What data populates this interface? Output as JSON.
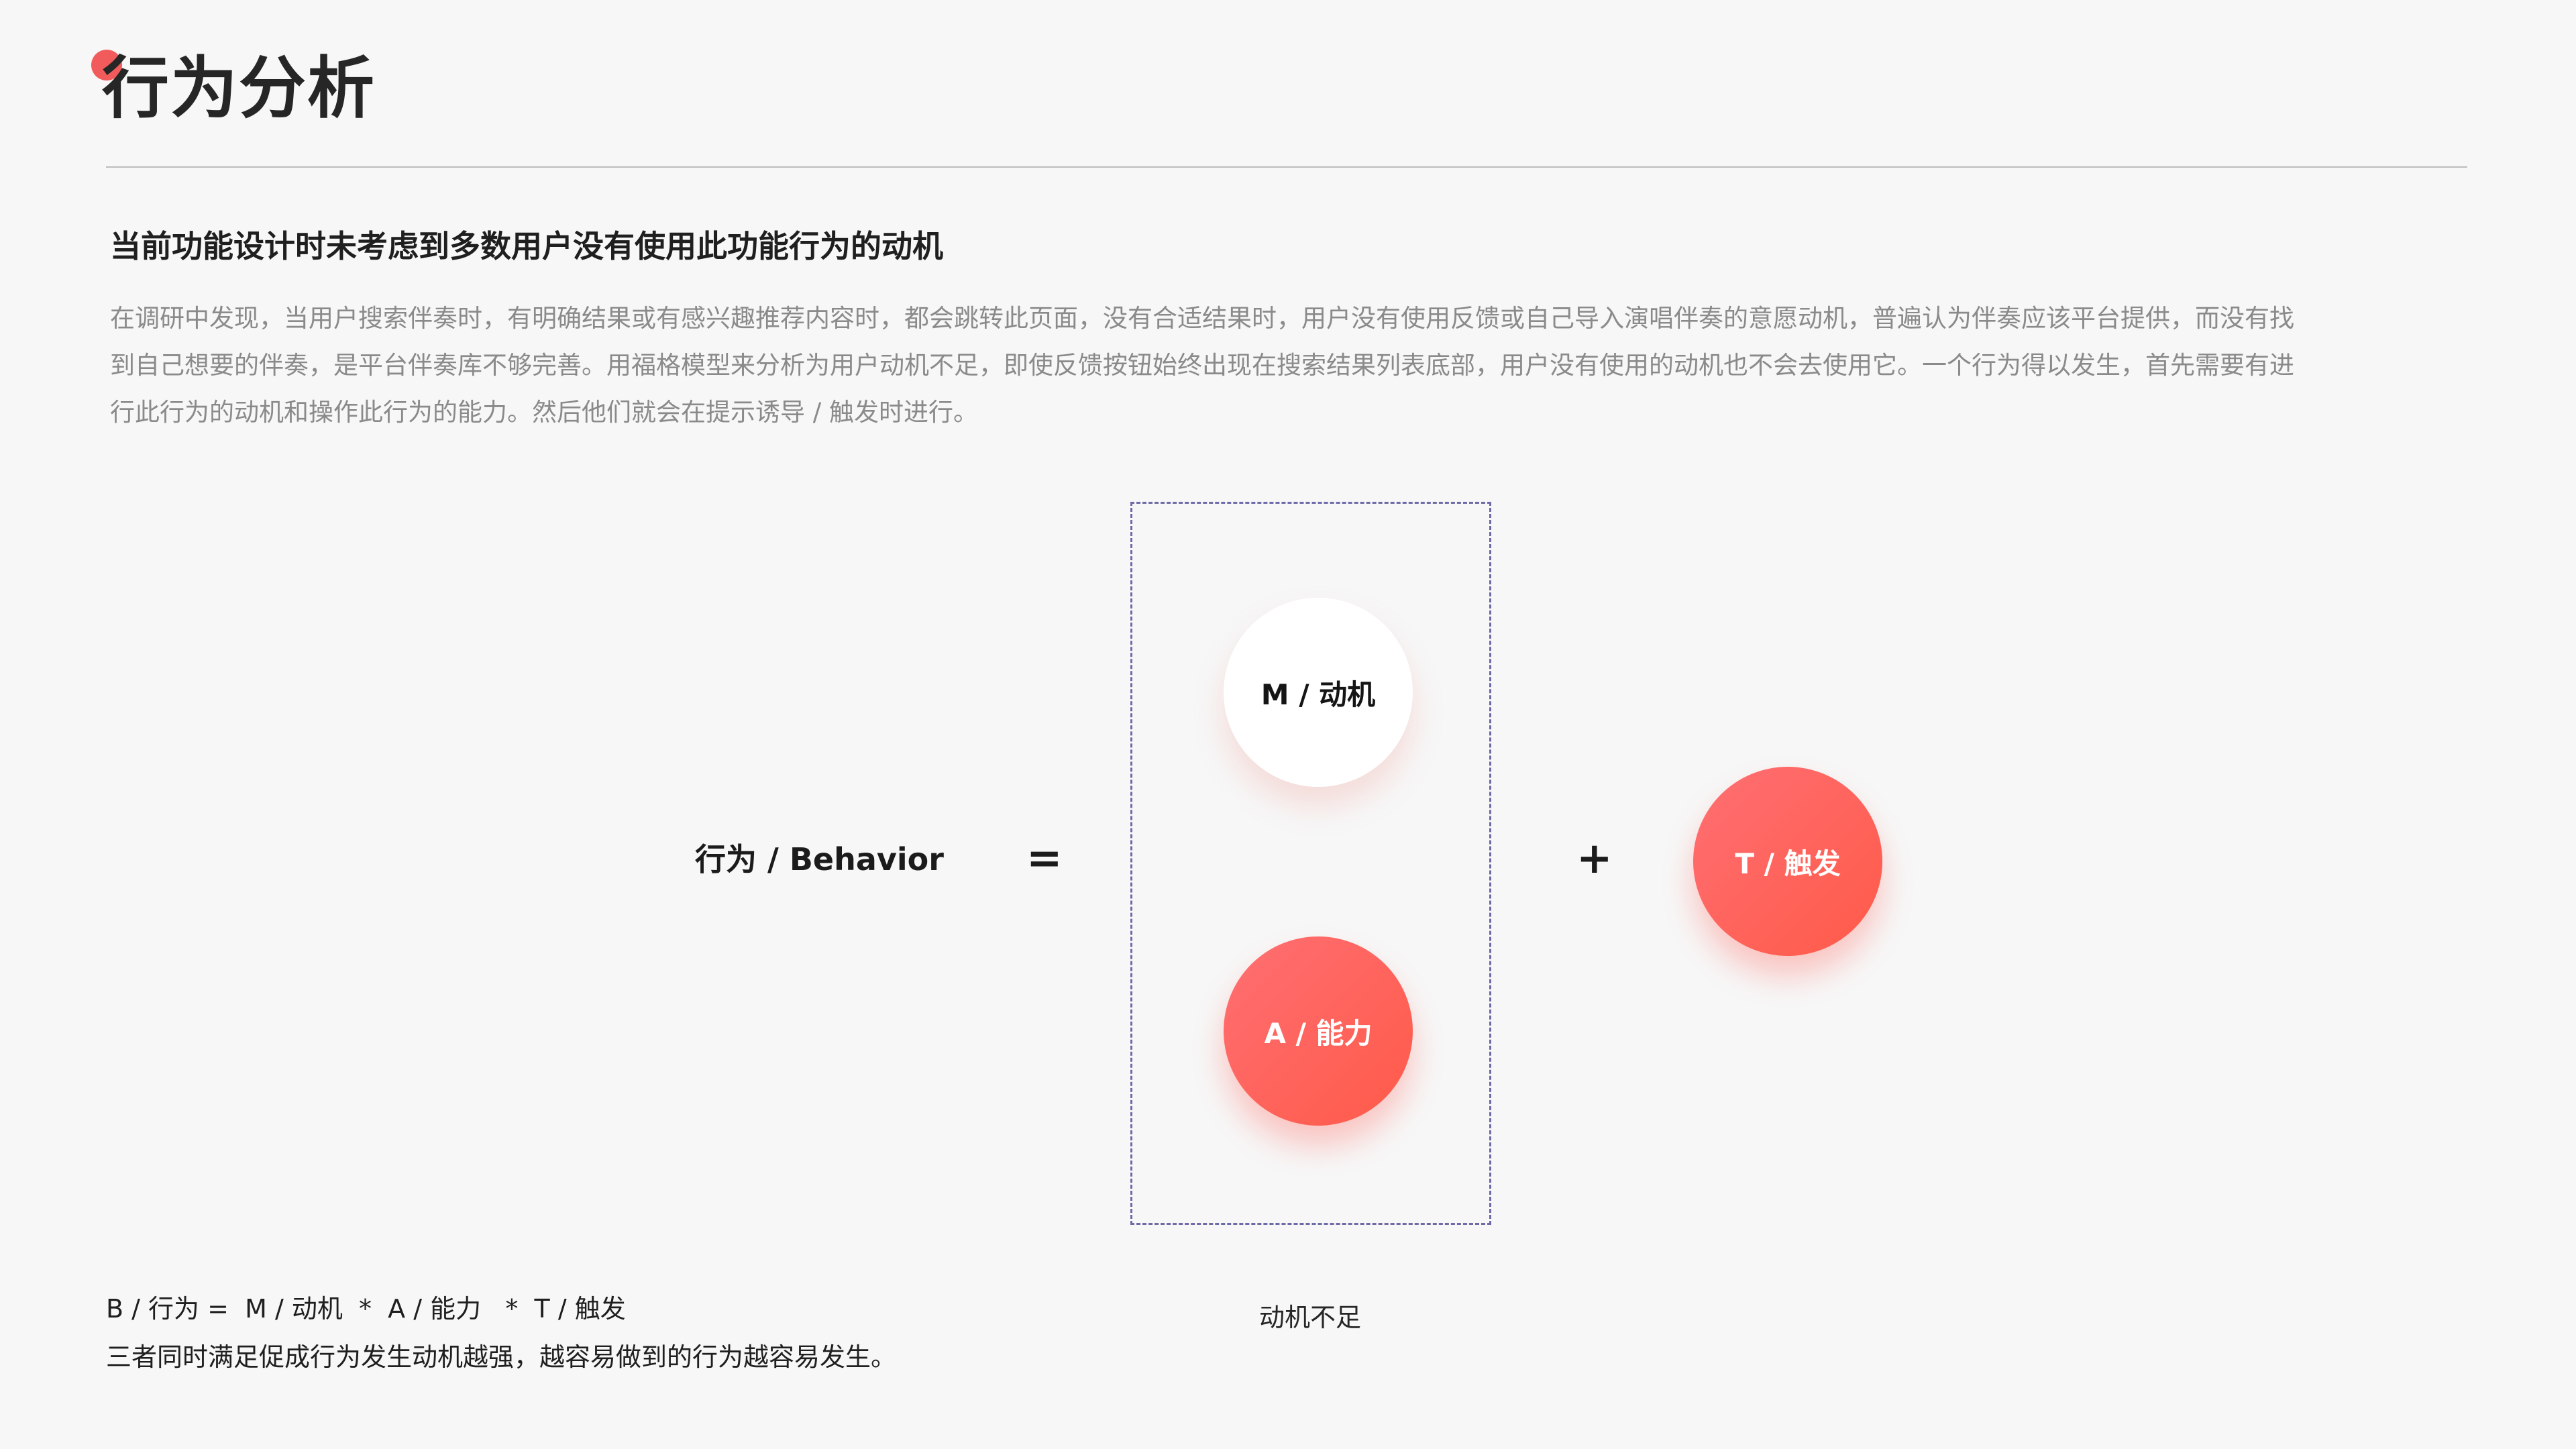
{
  "header": {
    "title": "行为分析"
  },
  "section": {
    "heading": "当前功能设计时未考虑到多数用户没有使用此功能行为的动机",
    "paragraph_lines": [
      "在调研中发现，当用户搜索伴奏时，有明确结果或有感兴趣推荐内容时，都会跳转此页面，没有合适结果时，用户没有使用反馈或自己导入演唱伴奏的意愿动机，普遍认为伴奏应该平台提供，而没有找",
      "到自己想要的伴奏，是平台伴奏库不够完善。用福格模型来分析为用户动机不足，即使反馈按钮始终出现在搜索结果列表底部，用户没有使用的动机也不会去使用它。一个行为得以发生，首先需要有进",
      "行此行为的动机和操作此行为的能力。然后他们就会在提示诱导 / 触发时进行。"
    ]
  },
  "diagram": {
    "behavior_label": "行为 / Behavior",
    "equals": "=",
    "plus": "+",
    "motivation_label": "M / 动机",
    "ability_label": "A / 能力",
    "trigger_label": "T / 触发",
    "box_caption": "动机不足",
    "colors": {
      "accent": "#f25b5b",
      "circle_gradient_start": "#ff6f73",
      "circle_gradient_end": "#ff5a48",
      "dashed_border": "#6e6aa8"
    }
  },
  "footer": {
    "formula": "B / 行为 =  M / 动机  *  A / 能力   *  T / 触发",
    "conclusion": "三者同时满足促成行为发生动机越强，越容易做到的行为越容易发生。"
  }
}
